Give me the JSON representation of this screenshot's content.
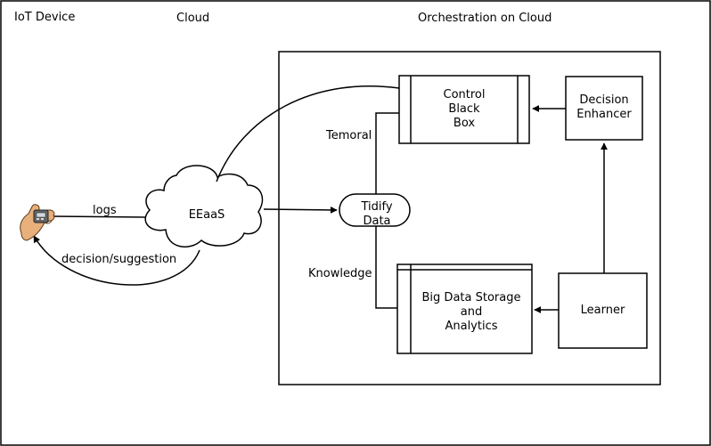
{
  "columns": {
    "iot_device": "IoT Device",
    "cloud": "Cloud",
    "orchestration": "Orchestration on Cloud"
  },
  "nodes": {
    "eeaas": "EEaaS",
    "tidify_data": [
      "Tidify",
      "Data"
    ],
    "control_black_box": [
      "Control",
      "Black",
      "Box"
    ],
    "decision_enhancer": [
      "Decision",
      "Enhancer"
    ],
    "big_data_storage": [
      "Big Data Storage",
      "and",
      "Analytics"
    ],
    "learner": "Learner"
  },
  "edges": {
    "logs": "logs",
    "decision_suggestion": "decision/suggestion",
    "temoral": "Temoral",
    "knowledge": "Knowledge"
  },
  "icons": {
    "device": "hand-holding-device-icon"
  },
  "colors": {
    "stroke": "#000000",
    "background": "#ffffff",
    "hand_fill": "#e8b07a"
  }
}
